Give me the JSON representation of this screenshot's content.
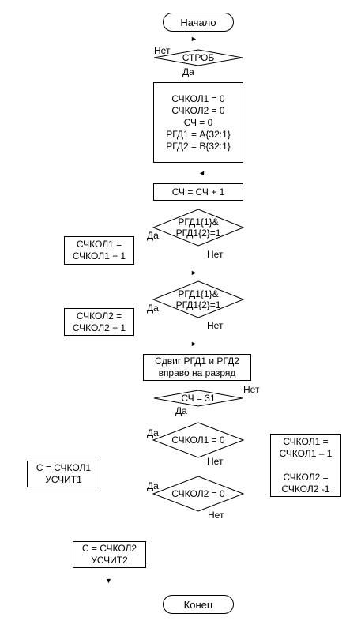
{
  "flowchart": {
    "start": "Начало",
    "end": "Конец",
    "decision_strob": "СТРОБ",
    "init_block": "СЧКОЛ1 = 0\nСЧКОЛ2 = 0\nСЧ = 0\nРГД1 = A{32:1}\nРГД2 = B{32:1}",
    "inc_counter": "СЧ = СЧ + 1",
    "decision_bits1": "РГД1{1}&\nРГД1{2}=1",
    "inc_count1": "СЧКОЛ1 =\nСЧКОЛ1 + 1",
    "decision_bits2": "РГД1{1}&\nРГД1{2}=1",
    "inc_count2": "СЧКОЛ2 =\nСЧКОЛ2 + 1",
    "shift_block": "Сдвиг РГД1 и РГД2\nвправо на разряд",
    "decision_sch": "СЧ = 31",
    "decision_count1_zero": "СЧКОЛ1 = 0",
    "decision_count2_zero": "СЧКОЛ2 = 0",
    "dec_counts": "СЧКОЛ1 =\nСЧКОЛ1 – 1\n\nСЧКОЛ2 =\nСЧКОЛ2 -1",
    "out1": "С = СЧКОЛ1\nУСЧИТ1",
    "out2": "С = СЧКОЛ2\nУСЧИТ2",
    "yes": "Да",
    "no": "Нет"
  }
}
